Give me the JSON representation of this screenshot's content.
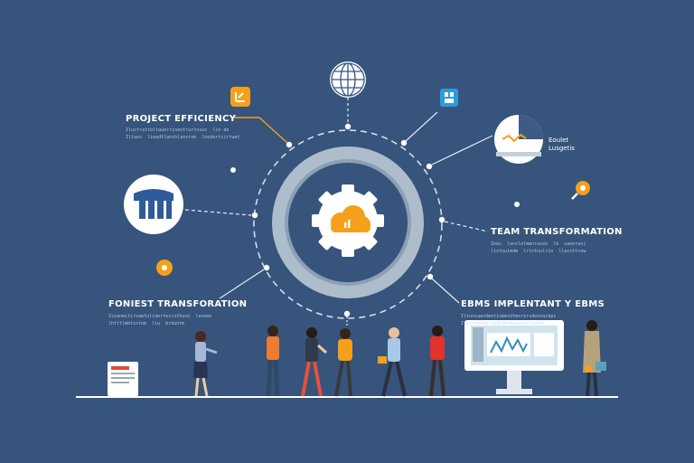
{
  "labels": {
    "project_efficiency": "PROJECT EFFICIENCY",
    "project_efficiency_sub": "Ilustrattbltauerrinentrurtosus  lin de\nIliaon  lieedtlanshlansrom  lnodertcirtwet",
    "team_transformation": "TEAM TRANSFORMATION",
    "team_transformation_sub": "Ikeu  lanslelmmnrasen  lk  uaeerwsi\nlixtouimdm  lrtntnulrio  llacsttcow",
    "forest_transformation": "FONIEST TRANSFORATION",
    "forest_transformation_sub": "Isienmitirsamtulidertesrsthusn  lenomn\nlhtttlmbtsstnm  liu  mrduntm",
    "ebms_implementation": "EBMS IMPLENTANT Y EBMS",
    "ebms_implementation_sub": "Ilioniaendmetiommsdtmnrersdennacbpi\nIlitrnoneerrbdodenedaxnnttsnmbr",
    "budget_budgets": "Eoulet\nLusgetis"
  },
  "colors": {
    "background": "#36547c",
    "ring": "#aebdcc",
    "accent_orange": "#f5a01a",
    "accent_blue": "#2d9cdb",
    "white": "#ffffff"
  },
  "icons": {
    "center": "cloud-gear-icon",
    "top": "globe-icon",
    "top_left": "chart-up-icon",
    "top_right": "device-icon",
    "right": "pie-chart-icon",
    "left": "building-icon",
    "small_left": "cloud-small-icon",
    "small_right": "magnifier-icon"
  }
}
